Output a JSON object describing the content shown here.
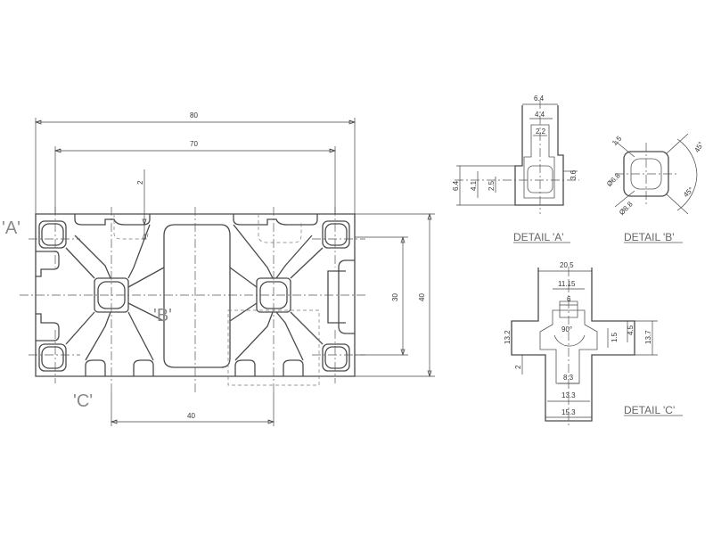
{
  "main_view": {
    "dim_overall_width": "80",
    "dim_inner_width": "70",
    "dim_slot_top": "2",
    "dim_pitch": "30",
    "dim_height": "40",
    "dim_bottom_pitch": "40",
    "label_a": "'A'",
    "label_b": "'B'",
    "label_c": "'C'"
  },
  "detail_a": {
    "caption": "DETAIL 'A'",
    "dim_top": "6.4",
    "dim_4_4": "4.4",
    "dim_2_2": "2.2",
    "dim_left": "6.4",
    "dim_4_1": "4.1",
    "dim_2_5": "2.5",
    "dim_right": "3.6"
  },
  "detail_b": {
    "caption": "DETAIL 'B'",
    "dim_1_5": "1.5",
    "dim_angle_top": "45°",
    "dim_angle_bottom": "45°",
    "dim_dia_small": "Ø6.8",
    "dim_dia_large": "Ø8.8"
  },
  "detail_c": {
    "caption": "DETAIL 'C'",
    "dim_20_5": "20.5",
    "dim_11_15": "11.15",
    "dim_6": "6",
    "dim_angle": "90°",
    "dim_13_2": "13.2",
    "dim_2": "2",
    "dim_1_5": "1.5",
    "dim_4_5": "4.5",
    "dim_13_7": "13.7",
    "dim_8_3": "8.3",
    "dim_13_3": "13.3",
    "dim_15_3": "15.3"
  }
}
